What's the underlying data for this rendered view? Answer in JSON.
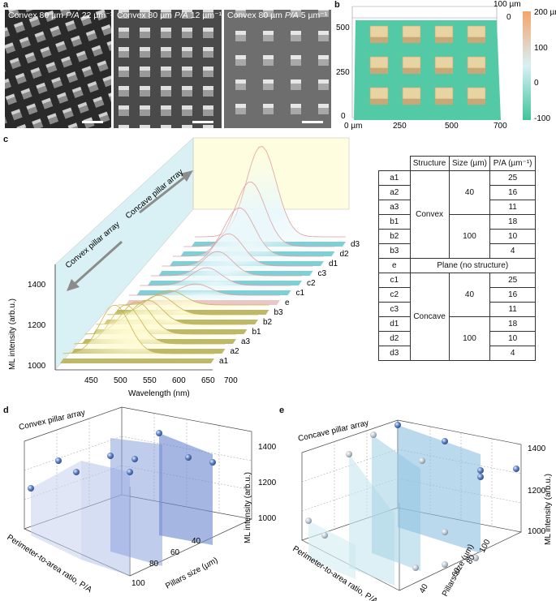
{
  "panels": {
    "a": "a",
    "b": "b",
    "c": "c",
    "d": "d",
    "e": "e"
  },
  "sem_images": [
    {
      "prefix": "Convex 80 µm ",
      "pa": "P/A",
      "suffix": " 22 µm⁻¹"
    },
    {
      "prefix": "Convex 80 µm ",
      "pa": "P/A",
      "suffix": " 12 µm⁻¹"
    },
    {
      "prefix": "Convex 80 µm ",
      "pa": "P/A",
      "suffix": " 5 µm⁻¹"
    }
  ],
  "height_map": {
    "x_ticks": [
      "0 µm",
      "250",
      "500",
      "700"
    ],
    "y_ticks": [
      "500",
      "250",
      "0"
    ],
    "z_ticks": [
      "100 µm",
      "0"
    ],
    "colorbar_ticks": [
      "200 µm",
      "100",
      "0",
      "-100"
    ],
    "colors": {
      "high": "#f4a46b",
      "mid": "#d8f0f6",
      "low": "#3fc49a"
    }
  },
  "spectra": {
    "ylabel": "ML intensity (arb.u.)",
    "xlabel": "Wavelength (nm)",
    "y_ticks": [
      "1400",
      "1200",
      "1000"
    ],
    "x_ticks": [
      "450",
      "500",
      "550",
      "600",
      "650",
      "700"
    ],
    "series_labels": [
      "a1",
      "a2",
      "a3",
      "b1",
      "b2",
      "b3",
      "e",
      "c1",
      "c2",
      "c3",
      "d1",
      "d2",
      "d3"
    ],
    "convex_label": "Convex pillar array",
    "concave_label": "Concave pillar array"
  },
  "legend_table": {
    "header": [
      "Structure",
      "Size (µm)",
      "P/A (µm⁻¹)"
    ],
    "rows": [
      {
        "id": "a1",
        "pa": "25"
      },
      {
        "id": "a2",
        "pa": "16"
      },
      {
        "id": "a3",
        "pa": "11"
      },
      {
        "id": "b1",
        "pa": "18"
      },
      {
        "id": "b2",
        "pa": "10"
      },
      {
        "id": "b3",
        "pa": "4"
      },
      {
        "id": "c1",
        "pa": "25"
      },
      {
        "id": "c2",
        "pa": "16"
      },
      {
        "id": "c3",
        "pa": "11"
      },
      {
        "id": "d1",
        "pa": "18"
      },
      {
        "id": "d2",
        "pa": "10"
      },
      {
        "id": "d3",
        "pa": "4"
      }
    ],
    "convex": "Convex",
    "concave": "Concave",
    "size40": "40",
    "size100": "100",
    "e_id": "e",
    "plane": "Plane (no structure)"
  },
  "plot_d": {
    "title": "Convex pillar array",
    "zlabel": "ML intensity (arb.u.)",
    "z_ticks": [
      "1400",
      "1200",
      "1000"
    ],
    "size_label": "Pillars size (µm)",
    "size_ticks": [
      "40",
      "60",
      "80",
      "100"
    ],
    "pa_label": "Perimeter-to-area ratio, P/A"
  },
  "plot_e": {
    "title": "Concave pillar array",
    "zlabel": "ML intensity (arb.u.)",
    "z_ticks": [
      "1400",
      "1200",
      "1000"
    ],
    "size_label": "Pillars size (µm)",
    "size_ticks": [
      "100",
      "80",
      "60",
      "40"
    ],
    "pa_label": "Perimeter-to-area ratio, P/A"
  }
}
